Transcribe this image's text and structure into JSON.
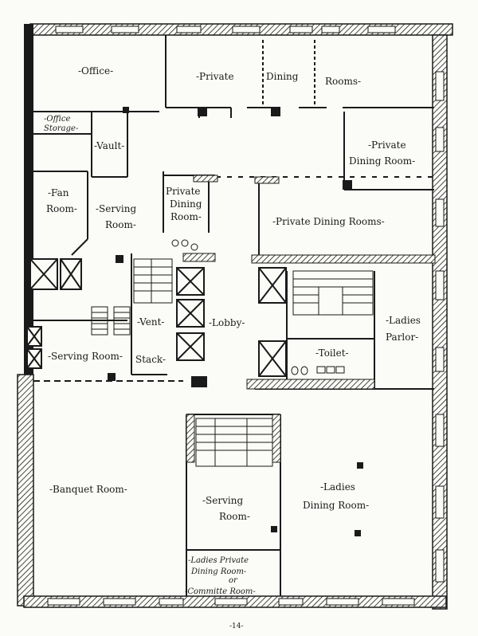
{
  "floor_plan": {
    "rooms": {
      "office": "-Office-",
      "office_storage_1": "-Office",
      "office_storage_2": "Storage-",
      "vault": "-Vault-",
      "fan_room_1": "-Fan",
      "fan_room_2": "Room-",
      "serving_room_top_1": "-Serving",
      "serving_room_top_2": "Room-",
      "private_dining_rooms_top_1": "-Private",
      "private_dining_rooms_top_2": "Dining",
      "private_dining_rooms_top_3": "Rooms-",
      "private_dining_room_right_1": "-Private",
      "private_dining_room_right_2": "Dining Room-",
      "private_dining_room_center_1": "Private",
      "private_dining_room_center_2": "Dining",
      "private_dining_room_center_3": "Room-",
      "private_dining_rooms_mid": "-Private Dining Rooms-",
      "vent": "-Vent-",
      "lobby": "-Lobby-",
      "ladies_parlor_1": "-Ladies",
      "ladies_parlor_2": "Parlor-",
      "toilet": "-Toilet-",
      "serving_room_left": "-Serving Room-",
      "stack": "Stack-",
      "banquet_room": "-Banquet Room-",
      "serving_room_bottom_1": "-Serving",
      "serving_room_bottom_2": "Room-",
      "ladies_dining_room_1": "-Ladies",
      "ladies_dining_room_2": "Dining Room-",
      "ladies_private_1": "-Ladies Private",
      "ladies_private_2": "Dining Room-",
      "ladies_private_3": "or",
      "ladies_private_4": "-Committe Room-"
    },
    "page_number": "-14-",
    "colors": {
      "paper": "#fbfbf7",
      "ink": "#1a1a1a"
    }
  }
}
